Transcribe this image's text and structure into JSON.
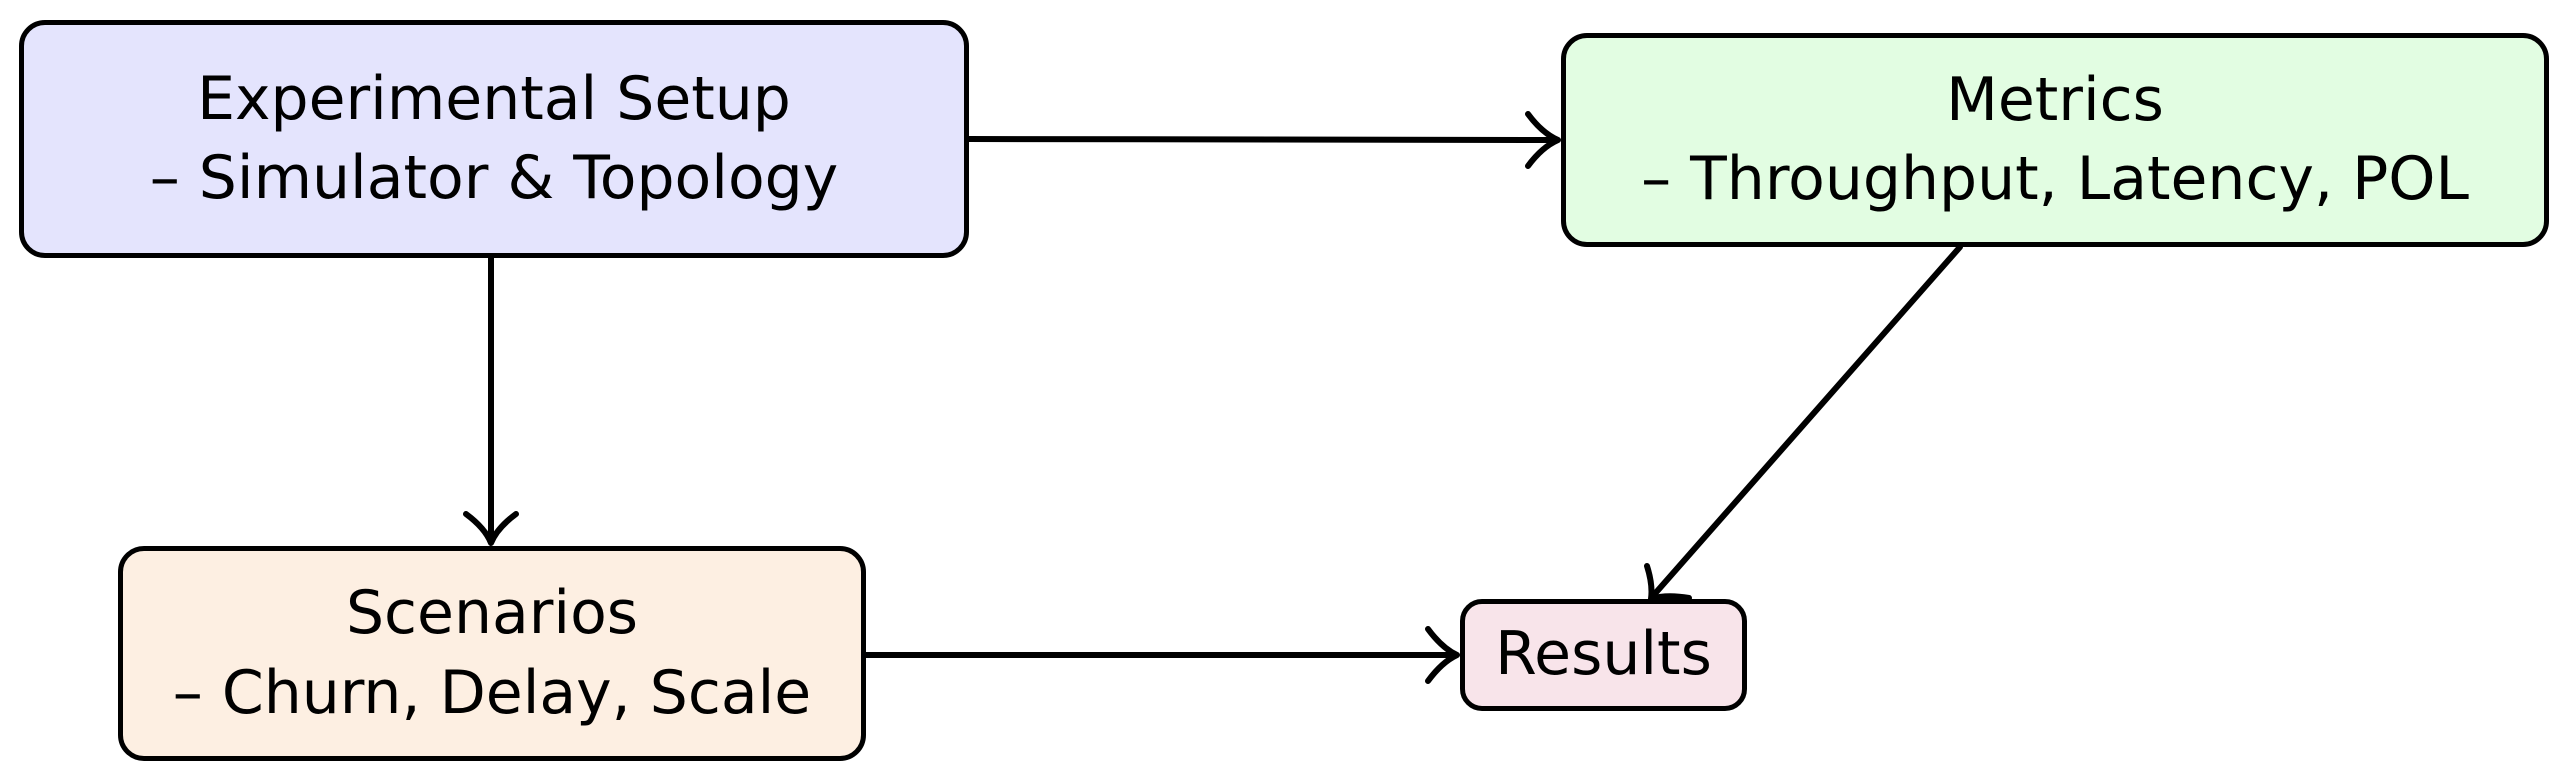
{
  "diagram": {
    "nodes": {
      "setup": {
        "title": "Experimental Setup",
        "subtitle": "– Simulator & Topology",
        "fill": "#e4e4fd"
      },
      "metrics": {
        "title": "Metrics",
        "subtitle": "– Throughput, Latency, POL",
        "fill": "#e2fde2"
      },
      "scenarios": {
        "title": "Scenarios",
        "subtitle": "– Churn, Delay, Scale",
        "fill": "#fdefe2"
      },
      "results": {
        "title": "Results",
        "fill": "#f8e4ea"
      }
    },
    "edges": [
      {
        "from": "Experimental Setup",
        "to": "Metrics"
      },
      {
        "from": "Experimental Setup",
        "to": "Scenarios"
      },
      {
        "from": "Scenarios",
        "to": "Results"
      },
      {
        "from": "Metrics",
        "to": "Results"
      }
    ],
    "colors": {
      "stroke": "#000000",
      "text": "#000000"
    }
  }
}
